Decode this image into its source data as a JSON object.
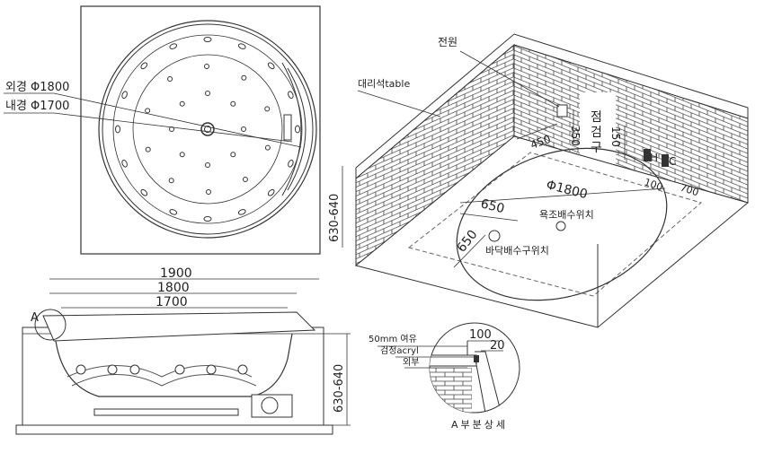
{
  "top_view": {
    "outer_label": "외경 Φ1800",
    "inner_label": "내경 Φ1700",
    "height_label": "630-640"
  },
  "room_view": {
    "power_label": "전원",
    "table_label": "대리석table",
    "inspection_label": [
      "점",
      "검",
      "구"
    ],
    "dims": {
      "d450": "450",
      "d350": "350",
      "d150": "150",
      "d100": "100",
      "d700": "700",
      "phi1800": "Φ1800",
      "d650a": "650",
      "d650b": "650"
    },
    "h_label": "H",
    "c_label": "C",
    "bath_drain_label": "욕조배수위치",
    "floor_drain_label": "바닥배수구위치"
  },
  "side_view": {
    "w1900": "1900",
    "w1800": "1800",
    "w1700": "1700",
    "height_label": "630-640",
    "detail_marker": "A"
  },
  "detail": {
    "gap_label": "50mm 여유",
    "acryl_label": "검정acryl",
    "outer_label": "외부",
    "d100": "100",
    "d20": "20",
    "caption": "A부분상세"
  }
}
